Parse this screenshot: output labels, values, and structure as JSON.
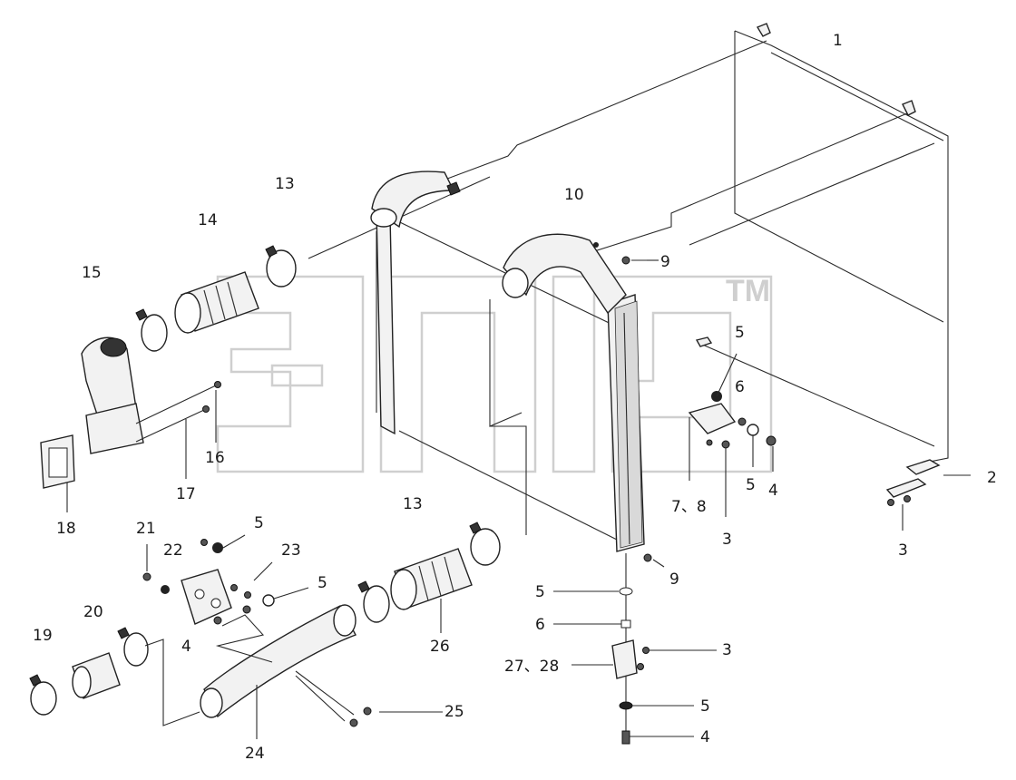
{
  "diagram": {
    "labels": [
      {
        "id": "l1",
        "text": "1"
      },
      {
        "id": "l2",
        "text": "2"
      },
      {
        "id": "l3a",
        "text": "3"
      },
      {
        "id": "l3b",
        "text": "3"
      },
      {
        "id": "l3c",
        "text": "3"
      },
      {
        "id": "l4a",
        "text": "4"
      },
      {
        "id": "l4b",
        "text": "4"
      },
      {
        "id": "l4c",
        "text": "4"
      },
      {
        "id": "l5a",
        "text": "5"
      },
      {
        "id": "l5b",
        "text": "5"
      },
      {
        "id": "l5c",
        "text": "5"
      },
      {
        "id": "l5d",
        "text": "5"
      },
      {
        "id": "l5e",
        "text": "5"
      },
      {
        "id": "l5f",
        "text": "5"
      },
      {
        "id": "l6a",
        "text": "6"
      },
      {
        "id": "l6b",
        "text": "6"
      },
      {
        "id": "l78",
        "text": "7、8"
      },
      {
        "id": "l9a",
        "text": "9"
      },
      {
        "id": "l9b",
        "text": "9"
      },
      {
        "id": "l10",
        "text": "10"
      },
      {
        "id": "l13a",
        "text": "13"
      },
      {
        "id": "l13b",
        "text": "13"
      },
      {
        "id": "l14",
        "text": "14"
      },
      {
        "id": "l15",
        "text": "15"
      },
      {
        "id": "l16",
        "text": "16"
      },
      {
        "id": "l17",
        "text": "17"
      },
      {
        "id": "l18",
        "text": "18"
      },
      {
        "id": "l19",
        "text": "19"
      },
      {
        "id": "l20",
        "text": "20"
      },
      {
        "id": "l21",
        "text": "21"
      },
      {
        "id": "l22",
        "text": "22"
      },
      {
        "id": "l23",
        "text": "23"
      },
      {
        "id": "l24",
        "text": "24"
      },
      {
        "id": "l25",
        "text": "25"
      },
      {
        "id": "l26",
        "text": "26"
      },
      {
        "id": "l2728",
        "text": "27、28"
      }
    ],
    "watermark": {
      "text": "TM"
    }
  }
}
